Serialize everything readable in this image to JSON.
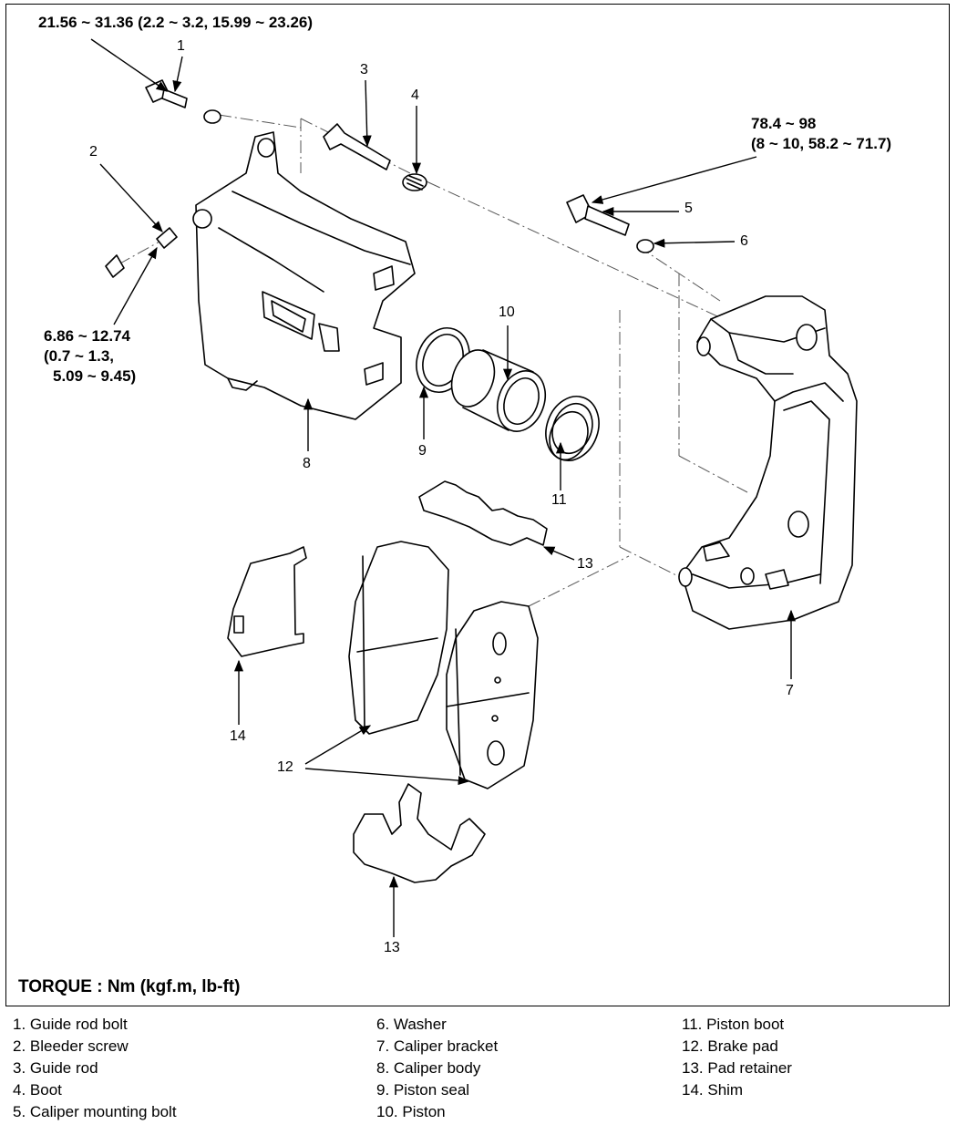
{
  "torque_specs": {
    "guide_rod_bolt": "21.56 ~ 31.36 (2.2 ~ 3.2, 15.99 ~ 23.26)",
    "caliper_mounting_bolt_line1": "78.4 ~ 98",
    "caliper_mounting_bolt_line2": "(8 ~ 10, 58.2 ~ 71.7)",
    "bleeder_line1": "6.86 ~ 12.74",
    "bleeder_line2": "(0.7 ~ 1.3,",
    "bleeder_line3": "5.09 ~ 9.45)"
  },
  "callouts": {
    "n1": "1",
    "n2": "2",
    "n3": "3",
    "n4": "4",
    "n5": "5",
    "n6": "6",
    "n7": "7",
    "n8": "8",
    "n9": "9",
    "n10": "10",
    "n11": "11",
    "n12": "12",
    "n13a": "13",
    "n13b": "13",
    "n14": "14"
  },
  "torque_heading": "TORQUE : Nm (kgf.m, lb-ft)",
  "legend": {
    "col1": [
      "1. Guide rod bolt",
      "2. Bleeder screw",
      "3. Guide rod",
      "4. Boot",
      "5. Caliper mounting bolt"
    ],
    "col2": [
      "6. Washer",
      "7. Caliper bracket",
      "8. Caliper body",
      "9. Piston seal",
      "10. Piston"
    ],
    "col3": [
      "11. Piston boot",
      "12. Brake pad",
      "13. Pad retainer",
      "14. Shim"
    ]
  }
}
